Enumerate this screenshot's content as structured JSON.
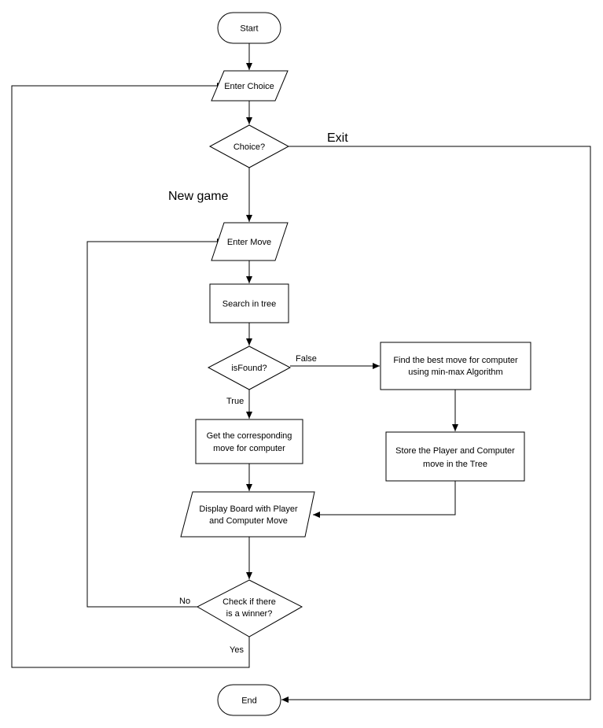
{
  "nodes": {
    "start": "Start",
    "enter_choice": "Enter Choice",
    "choice": "Choice?",
    "enter_move": "Enter Move",
    "search_tree": "Search in tree",
    "is_found": "isFound?",
    "find_best_line1": "Find the best move for computer",
    "find_best_line2": "using min-max Algorithm",
    "store_line1": "Store the Player and Computer",
    "store_line2": "move in the Tree",
    "get_corresponding_line1": "Get the corresponding",
    "get_corresponding_line2": "move for computer",
    "display_line1": "Display Board with Player",
    "display_line2": "and Computer Move",
    "check_winner_line1": "Check if there",
    "check_winner_line2": "is a winner?",
    "end": "End"
  },
  "edges": {
    "exit": "Exit",
    "new_game": "New game",
    "false": "False",
    "true": "True",
    "no": "No",
    "yes": "Yes"
  }
}
